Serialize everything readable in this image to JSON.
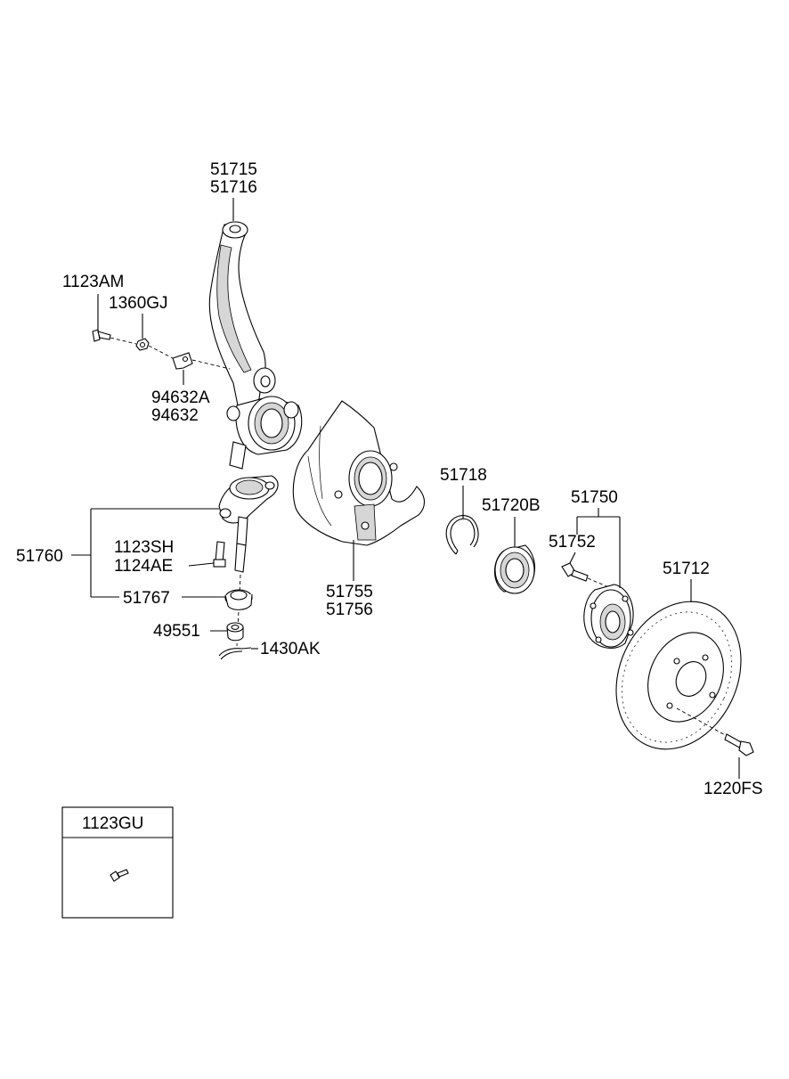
{
  "parts": {
    "p51715": "51715",
    "p51716": "51716",
    "p1123AM": "1123AM",
    "p1360GJ": "1360GJ",
    "p94632A": "94632A",
    "p94632": "94632",
    "p51760": "51760",
    "p1123SH": "1123SH",
    "p1124AE": "1124AE",
    "p51767": "51767",
    "p49551": "49551",
    "p1430AK": "1430AK",
    "p51755": "51755",
    "p51756": "51756",
    "p51718": "51718",
    "p51720B": "51720B",
    "p51750": "51750",
    "p51752": "51752",
    "p51712": "51712",
    "p1220FS": "1220FS"
  },
  "inset": {
    "label": "1123GU"
  }
}
